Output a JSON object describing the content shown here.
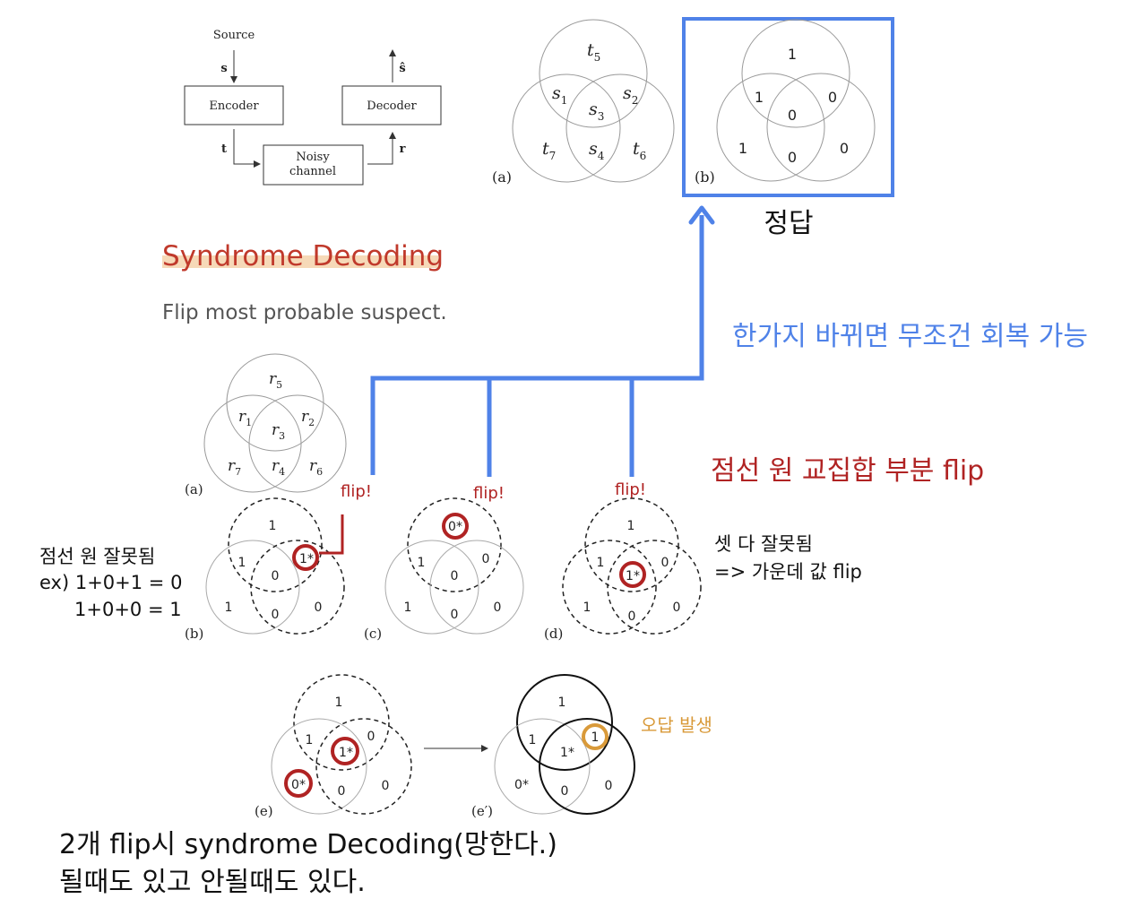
{
  "block_diagram": {
    "source": "Source",
    "s": "s",
    "s_hat": "ŝ",
    "encoder": "Encoder",
    "decoder": "Decoder",
    "t": "t",
    "r": "r",
    "noisy_line1": "Noisy",
    "noisy_line2": "channel"
  },
  "venn_t": {
    "label": "(a)",
    "t5": "t",
    "t5_sub": "5",
    "s1": "s",
    "s1_sub": "1",
    "s2": "s",
    "s2_sub": "2",
    "s3": "s",
    "s3_sub": "3",
    "s4": "s",
    "s4_sub": "4",
    "t7": "t",
    "t7_sub": "7",
    "t6": "t",
    "t6_sub": "6"
  },
  "venn_answer": {
    "label": "(b)",
    "top": "1",
    "left": "1",
    "right": "0",
    "center": "0",
    "bottom_left": "1",
    "bottom": "0",
    "bottom_right": "0",
    "caption": "정답"
  },
  "syndrome": {
    "title": "Syndrome Decoding",
    "subtitle": "Flip most probable suspect."
  },
  "notes": {
    "blue": "한가지 바뀌면 무조건 회복 가능",
    "red": "점선 원 교집합 부분 flip",
    "flip": "flip!",
    "left_line1": "점선 원 잘못됨",
    "left_line2": "ex) 1+0+1 = 0",
    "left_line3": "1+0+0 = 1",
    "right_line1": "셋 다 잘못됨",
    "right_line2": "=> 가운데 값 flip",
    "orange": "오답 발생",
    "bottom_line1": "2개 flip시 syndrome Decoding(망한다.)",
    "bottom_line2": "될때도 있고 안될때도 있다."
  },
  "venn_r": {
    "label": "(a)",
    "r5": "r",
    "r5_sub": "5",
    "r1": "r",
    "r1_sub": "1",
    "r2": "r",
    "r2_sub": "2",
    "r3": "r",
    "r3_sub": "3",
    "r4": "r",
    "r4_sub": "4",
    "r7": "r",
    "r7_sub": "7",
    "r6": "r",
    "r6_sub": "6"
  },
  "venn_b": {
    "label": "(b)",
    "top": "1",
    "left": "1",
    "right": "1*",
    "center": "0",
    "bl": "1",
    "bottom": "0",
    "br": "0"
  },
  "venn_c": {
    "label": "(c)",
    "top": "0*",
    "left": "1",
    "right": "0",
    "center": "0",
    "bl": "1",
    "bottom": "0",
    "br": "0"
  },
  "venn_d": {
    "label": "(d)",
    "top": "1",
    "left": "1",
    "right": "0",
    "center": "1*",
    "bl": "1",
    "bottom": "0",
    "br": "0"
  },
  "venn_e": {
    "label": "(e)",
    "top": "1",
    "left": "1",
    "right": "0",
    "center": "1*",
    "bl": "0*",
    "bottom": "0",
    "br": "0"
  },
  "venn_e2": {
    "label": "(e′)",
    "top": "1",
    "left": "1",
    "right": "1",
    "center": "1*",
    "bl": "0*",
    "bottom": "0",
    "br": "0"
  },
  "colors": {
    "blue": "#4f82e8",
    "red": "#b02323",
    "orange": "#d99a3a",
    "grey": "#aaaaaa"
  }
}
